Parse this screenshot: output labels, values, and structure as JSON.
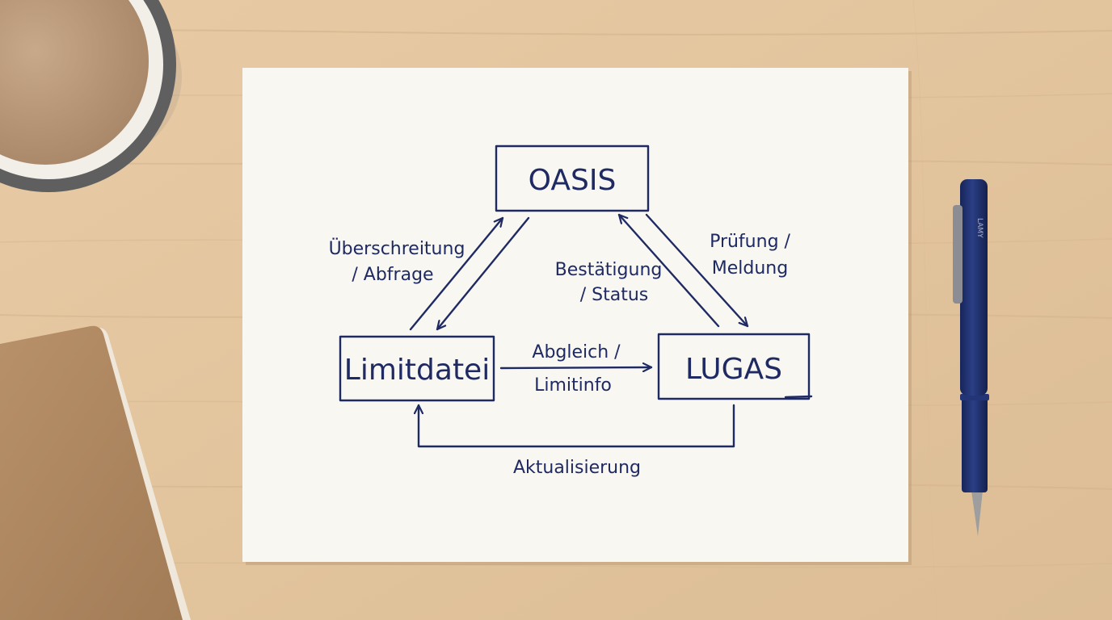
{
  "nodes": {
    "oasis": "OASIS",
    "limitdatei": "Limitdatei",
    "lugas": "LUGAS"
  },
  "edges": {
    "limitdatei_oasis": {
      "line1": "Überschreitung",
      "line2": "/ Abfrage"
    },
    "lugas_oasis": {
      "line1": "Bestätigung",
      "line2": "/ Status"
    },
    "oasis_lugas": {
      "line1": "Prüfung /",
      "line2": "Meldung"
    },
    "limitdatei_lugas": {
      "line1": "Abgleich /",
      "line2": "Limitinfo"
    },
    "lugas_limitdatei": {
      "line1": "Aktualisierung"
    }
  },
  "pen_brand": "LAMY",
  "colors": {
    "ink": "#1f2a63",
    "paper": "#f8f7f2",
    "desk": "#e5c8a2",
    "notebook": "#b28a62",
    "mug": "#6f6f6f",
    "pen": "#1c2d68"
  }
}
